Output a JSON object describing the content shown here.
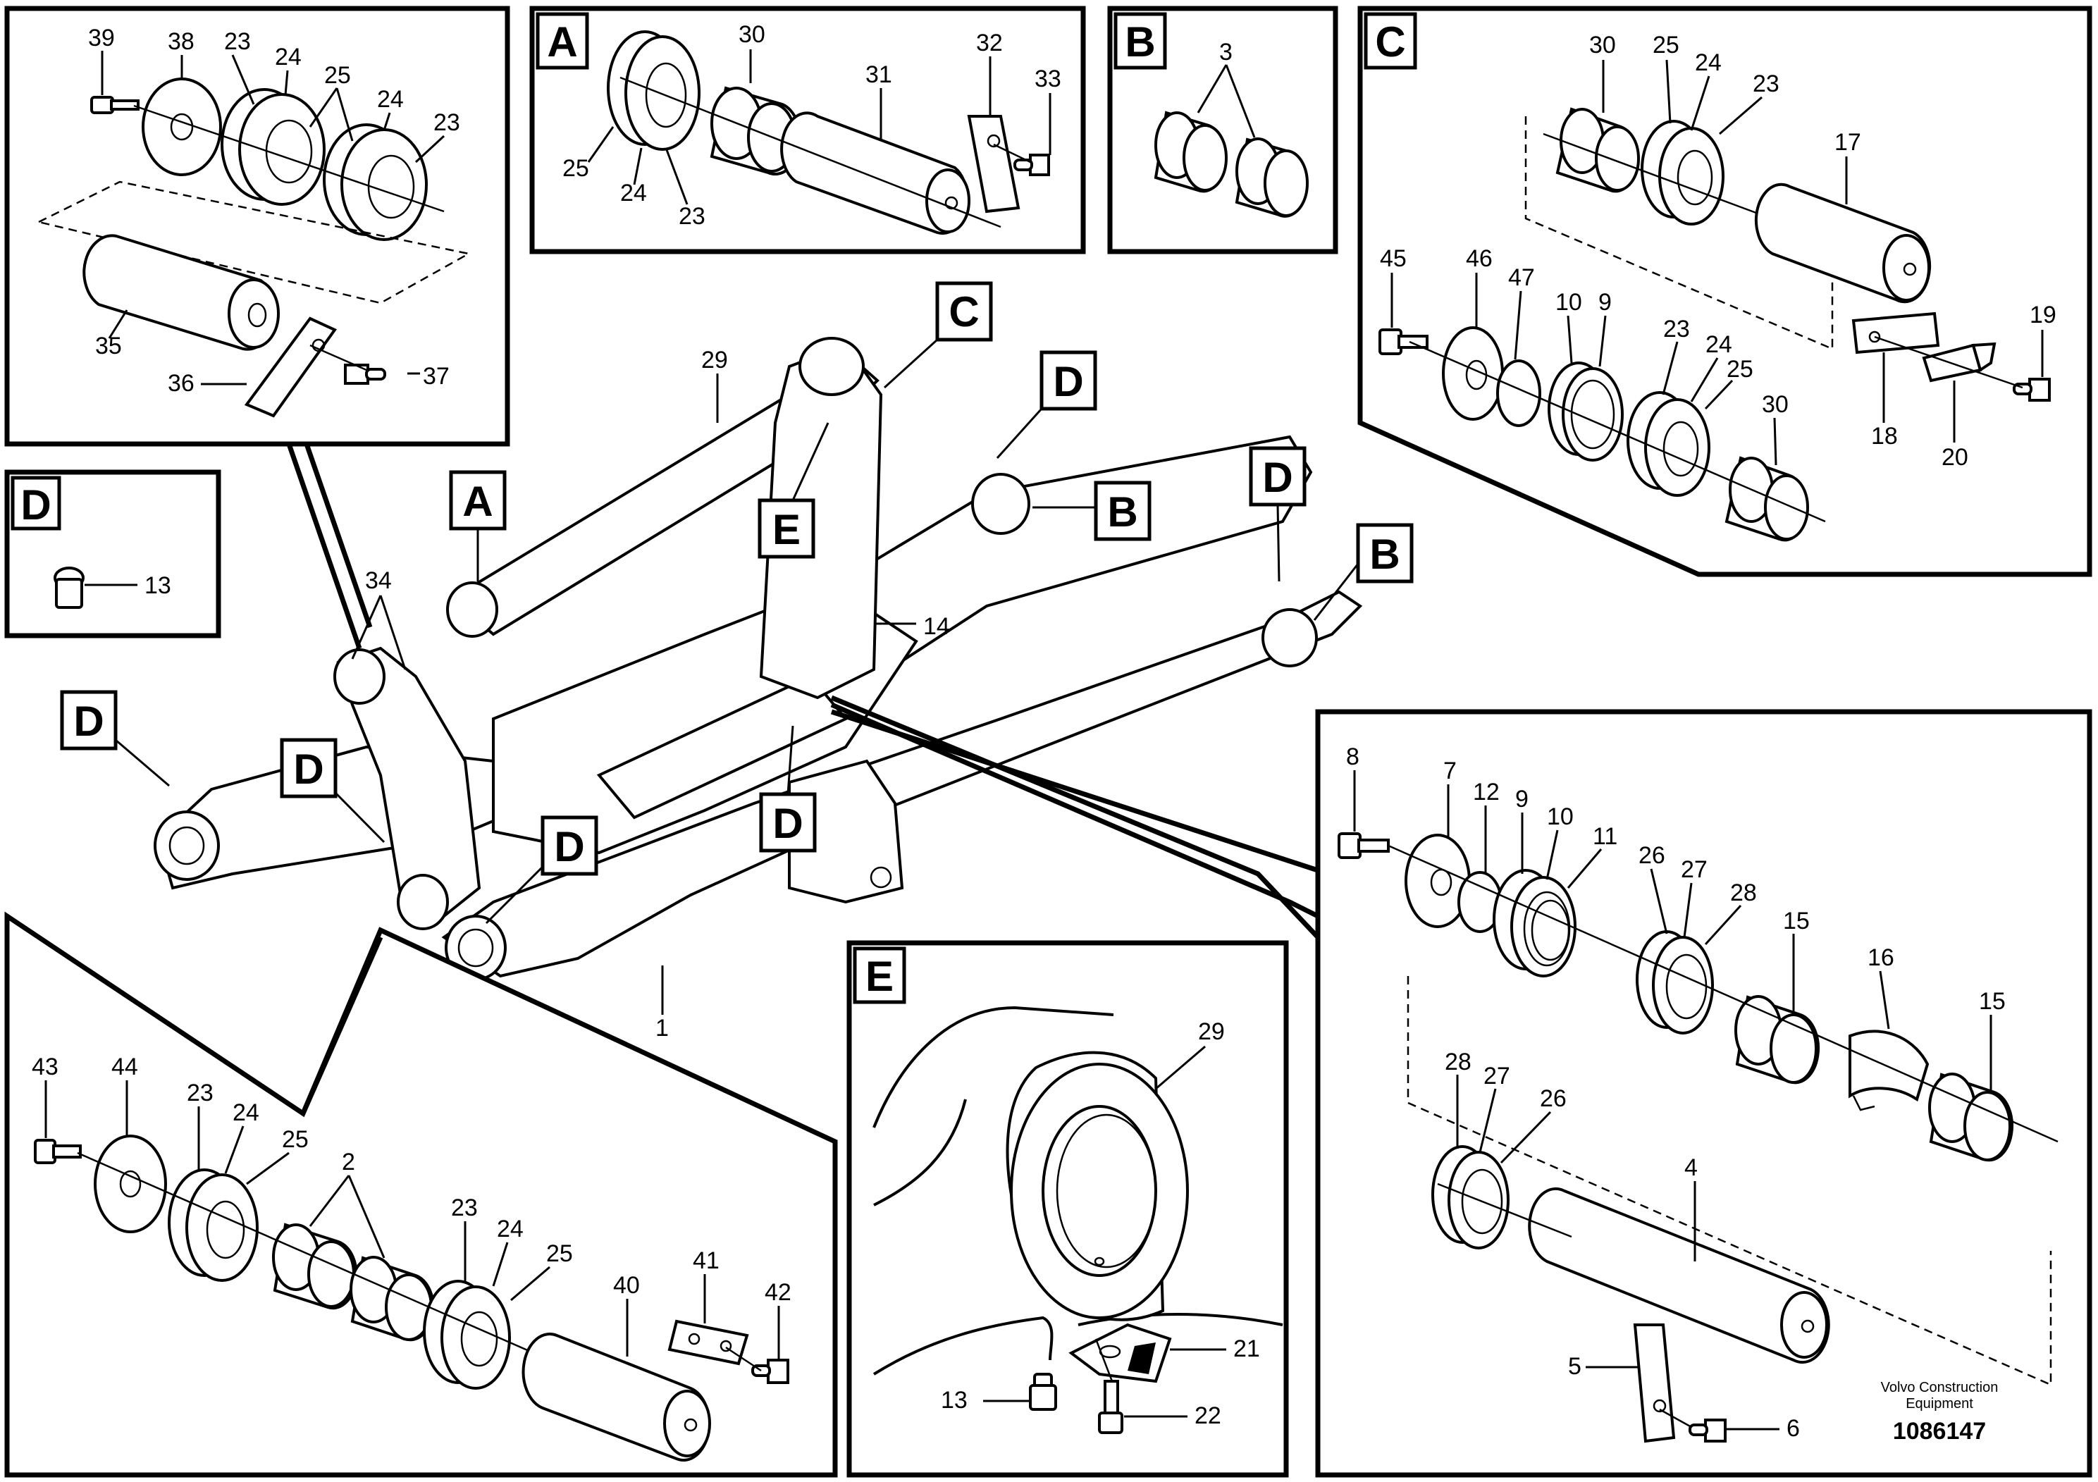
{
  "panels": {
    "A": {
      "letter": "A",
      "parts": [
        "30",
        "31",
        "32",
        "33",
        "25",
        "24",
        "23"
      ]
    },
    "B": {
      "letter": "B",
      "parts": [
        "3"
      ]
    },
    "C": {
      "letter": "C",
      "parts": [
        "30",
        "25",
        "24",
        "23",
        "17",
        "45",
        "46",
        "47",
        "10",
        "9",
        "23",
        "24",
        "25",
        "19",
        "30",
        "18",
        "20"
      ]
    },
    "D": {
      "letter": "D",
      "parts": [
        "13"
      ]
    },
    "E": {
      "letter": "E",
      "parts": [
        "29",
        "21",
        "13",
        "22"
      ]
    },
    "top_left": {
      "parts": [
        "39",
        "38",
        "23",
        "24",
        "25",
        "24",
        "23",
        "35",
        "36",
        "37"
      ]
    },
    "bottom_left": {
      "parts": [
        "43",
        "44",
        "23",
        "24",
        "25",
        "2",
        "23",
        "24",
        "25",
        "40",
        "41",
        "42"
      ]
    },
    "right": {
      "parts": [
        "8",
        "7",
        "12",
        "9",
        "10",
        "11",
        "26",
        "27",
        "28",
        "15",
        "16",
        "15",
        "28",
        "27",
        "26",
        "4",
        "5",
        "6"
      ]
    }
  },
  "main": {
    "callouts": [
      "A",
      "B",
      "B",
      "C",
      "D",
      "D",
      "D",
      "D",
      "D",
      "E"
    ],
    "parts": [
      "29",
      "14",
      "34",
      "1"
    ]
  },
  "footer": {
    "company": "Volvo Construction",
    "company_line2": "Equipment",
    "drawing_number": "1086147"
  },
  "labels": {
    "l39": "39",
    "l38": "38",
    "l23a": "23",
    "l24a": "24",
    "l25a": "25",
    "l24b": "24",
    "l23b": "23",
    "l35": "35",
    "l36": "36",
    "l37": "37",
    "A": "A",
    "l30a": "30",
    "l31": "31",
    "l32": "32",
    "l33": "33",
    "l25A": "25",
    "l24A": "24",
    "l23A": "23",
    "B": "B",
    "l3": "3",
    "C": "C",
    "l30c": "30",
    "l25c": "25",
    "l24c": "24",
    "l23c": "23",
    "l17": "17",
    "l45": "45",
    "l46": "46",
    "l47": "47",
    "l10c": "10",
    "l9c": "9",
    "l23c2": "23",
    "l24c2": "24",
    "l25c2": "25",
    "l19": "19",
    "l30c2": "30",
    "l18": "18",
    "l20": "20",
    "D": "D",
    "l13d": "13",
    "l29": "29",
    "l14": "14",
    "l34": "34",
    "l1": "1",
    "l43": "43",
    "l44": "44",
    "l23d": "23",
    "l24d": "24",
    "l25d": "25",
    "l2": "2",
    "l23e": "23",
    "l24e": "24",
    "l25e": "25",
    "l40": "40",
    "l41": "41",
    "l42": "42",
    "E": "E",
    "l29e": "29",
    "l21": "21",
    "l13e": "13",
    "l22": "22",
    "l8": "8",
    "l7": "7",
    "l12": "12",
    "l9r": "9",
    "l10r": "10",
    "l11": "11",
    "l26": "26",
    "l27": "27",
    "l28": "28",
    "l15a": "15",
    "l16": "16",
    "l15b": "15",
    "l28b": "28",
    "l27b": "27",
    "l26b": "26",
    "l4": "4",
    "l5": "5",
    "l6": "6"
  }
}
